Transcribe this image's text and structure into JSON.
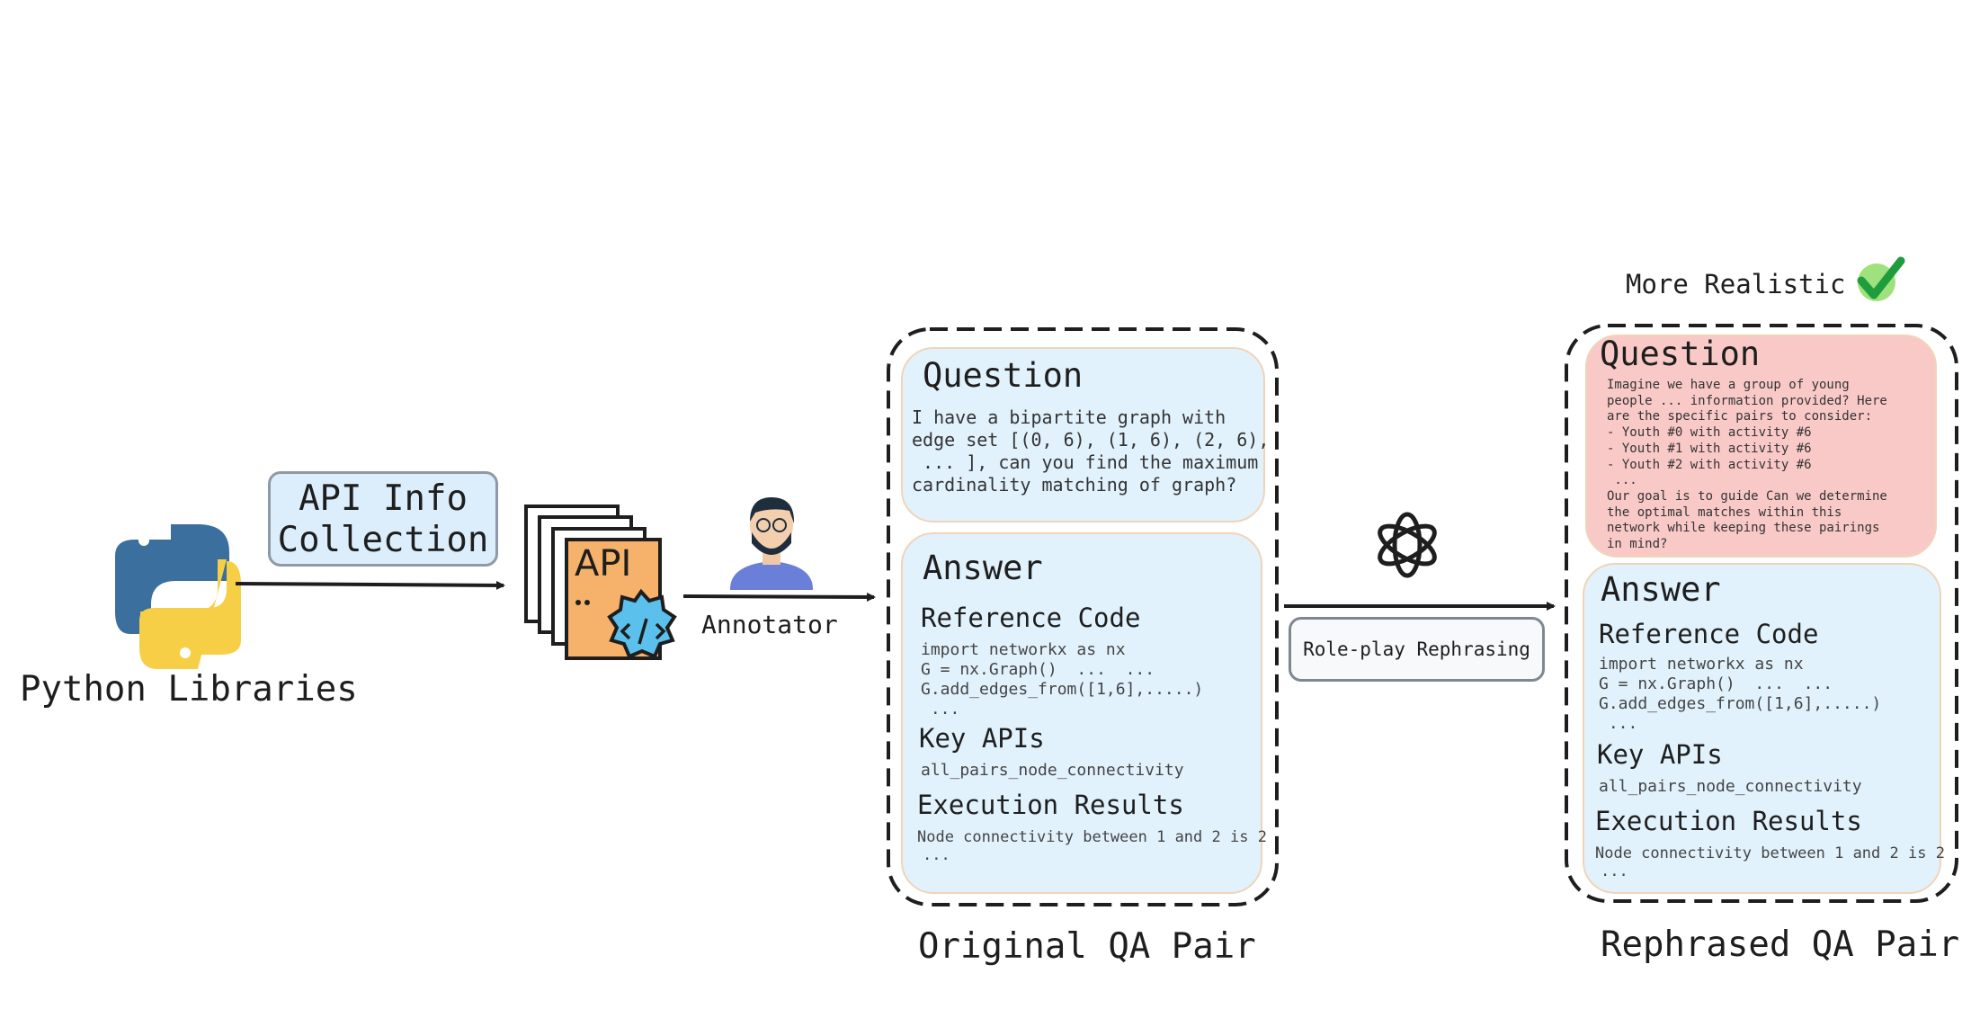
{
  "left": {
    "python_label": "Python Libraries",
    "api_box_lines": [
      "API Info",
      "Collection"
    ],
    "api_icon_text": "API",
    "annotator_label": "Annotator"
  },
  "original": {
    "caption": "Original QA Pair",
    "question": {
      "title": "Question",
      "lines": [
        "I have a bipartite graph with",
        "edge set [(0, 6), (1, 6), (2, 6),",
        " ... ], can you find the maximum",
        "cardinality matching of graph?"
      ]
    },
    "answer": {
      "title": "Answer",
      "ref_title": "Reference Code",
      "code_lines": [
        "import networkx as nx",
        "G = nx.Graph()  ...  ...",
        "G.add_edges_from([1,6],.....)",
        " ..."
      ],
      "key_title": "Key APIs",
      "key_api": "all_pairs_node_connectivity",
      "exec_title": "Execution Results",
      "exec_lines": [
        "Node connectivity between 1 and 2 is 2",
        "..."
      ]
    }
  },
  "middle": {
    "rephrase_label": "Role-play Rephrasing"
  },
  "rephrased": {
    "caption": "Rephrased QA Pair",
    "badge": "More Realistic",
    "question": {
      "title": "Question",
      "lines": [
        "Imagine we have a group of young",
        "people ... information provided? Here",
        "are the specific pairs to consider:",
        "- Youth #0 with activity #6",
        "- Youth #1 with activity #6",
        "- Youth #2 with activity #6",
        " ...",
        "Our goal is to guide Can we determine",
        "the optimal matches within this",
        "network while keeping these pairings",
        "in mind?"
      ]
    },
    "answer": {
      "title": "Answer",
      "ref_title": "Reference Code",
      "code_lines": [
        "import networkx as nx",
        "G = nx.Graph()  ...  ...",
        "G.add_edges_from([1,6],.....)",
        " ..."
      ],
      "key_title": "Key APIs",
      "key_api": "all_pairs_node_connectivity",
      "exec_title": "Execution Results",
      "exec_lines": [
        "Node connectivity between 1 and 2 is 2",
        "..."
      ]
    }
  },
  "colors": {
    "card_blue": "#e2f2fd",
    "card_pink": "#f9c9c8",
    "check_green": "#1f9d3c",
    "python_blue": "#3a6f9e",
    "python_yellow": "#f7cf46",
    "api_orange": "#f6b26b",
    "api_badge": "#5bc0eb"
  }
}
